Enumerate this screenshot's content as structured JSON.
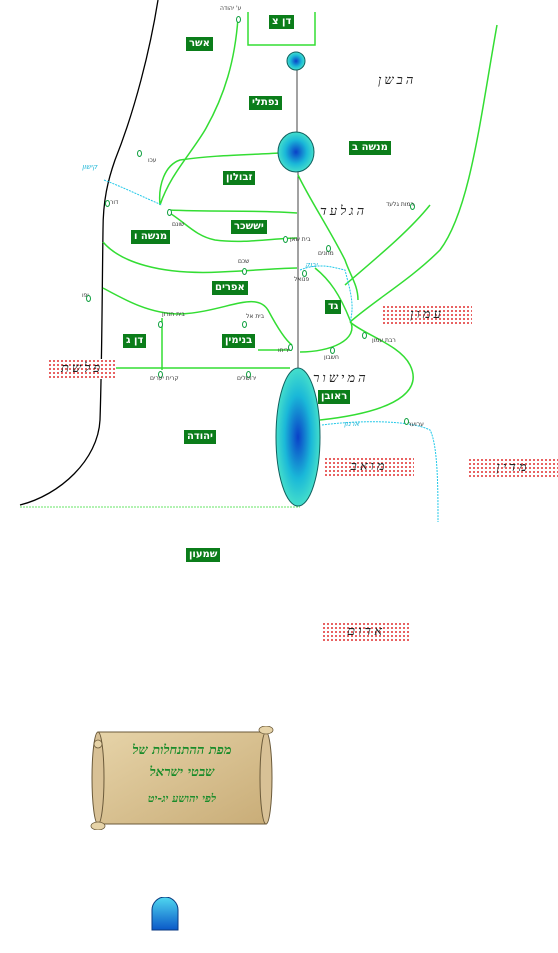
{
  "tribes": [
    {
      "id": "dan-north",
      "label": "דן צ"
    },
    {
      "id": "asher",
      "label": "אשר"
    },
    {
      "id": "naftali",
      "label": "נפתלי"
    },
    {
      "id": "menashe-east",
      "label": "מנשה ב"
    },
    {
      "id": "zevulun",
      "label": "זבולון"
    },
    {
      "id": "yissachar",
      "label": "יששכר"
    },
    {
      "id": "menashe-west",
      "label": "מנשה ו"
    },
    {
      "id": "efraim",
      "label": "אפרים"
    },
    {
      "id": "gad",
      "label": "גד"
    },
    {
      "id": "dan-south",
      "label": "דן ג"
    },
    {
      "id": "binyamin",
      "label": "בנימין"
    },
    {
      "id": "reuven",
      "label": "ראובן"
    },
    {
      "id": "yehuda",
      "label": "יהודה"
    },
    {
      "id": "shimon",
      "label": "שמעון"
    }
  ],
  "regions": [
    {
      "id": "bashan",
      "label": "הבשן"
    },
    {
      "id": "gilad",
      "label": "הגלעד"
    },
    {
      "id": "mishor",
      "label": "המישור"
    }
  ],
  "nations": [
    {
      "id": "amon",
      "label": "עמון"
    },
    {
      "id": "pleshet",
      "label": "פלשת"
    },
    {
      "id": "moav",
      "label": "מואב"
    },
    {
      "id": "midyan",
      "label": "מדין"
    },
    {
      "id": "edom",
      "label": "אדום"
    }
  ],
  "cities": [
    {
      "id": "dan",
      "label": "ע' יהודה"
    },
    {
      "id": "ako",
      "label": "עכו"
    },
    {
      "id": "dor",
      "label": "דור"
    },
    {
      "id": "shunem",
      "label": "שונם"
    },
    {
      "id": "beit-shean",
      "label": "בית שאן"
    },
    {
      "id": "mahanayim",
      "label": "מחנים"
    },
    {
      "id": "shechem",
      "label": "שכם"
    },
    {
      "id": "penuel",
      "label": "פנואל"
    },
    {
      "id": "yafo",
      "label": "יפו"
    },
    {
      "id": "beit-horon",
      "label": "בית חורון"
    },
    {
      "id": "beit-el",
      "label": "בית אל"
    },
    {
      "id": "rabat-amon",
      "label": "רבת עמון"
    },
    {
      "id": "yericho",
      "label": "יריחו"
    },
    {
      "id": "heshbon",
      "label": "חשבון"
    },
    {
      "id": "kiryat-yearim",
      "label": "קרית יערים"
    },
    {
      "id": "yerushalayim",
      "label": "ירושלים"
    },
    {
      "id": "aroer",
      "label": "ערוער"
    },
    {
      "id": "ramot-gilad",
      "label": "רמות גלעד"
    }
  ],
  "rivers": [
    {
      "id": "kishon",
      "label": "קישון"
    },
    {
      "id": "yabok",
      "label": "יבוק"
    },
    {
      "id": "arnon",
      "label": "ארנון"
    }
  ],
  "scroll": {
    "line1": "מפת ההתנחלות של",
    "line2": "שבטי ישראל",
    "line3": "לפי יהושע יג-יט"
  },
  "colors": {
    "border": "#33dd33",
    "coast": "#000000",
    "river": "#20c8e8",
    "tribe_bg": "#0b7d1a",
    "sea": "#1ab8d8",
    "parchment": "#d9c292"
  }
}
